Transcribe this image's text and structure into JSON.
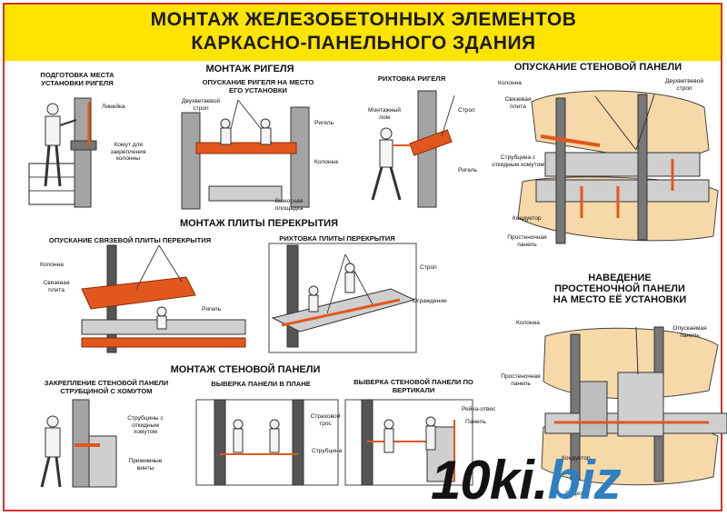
{
  "title": {
    "line1": "МОНТАЖ ЖЕЛЕЗОБЕТОННЫХ ЭЛЕМЕНТОВ",
    "line2": "КАРКАСНО-ПАНЕЛЬНОГО ЗДАНИЯ"
  },
  "sections": {
    "prep": "ПОДГОТОВКА МЕСТА УСТАНОВКИ РИГЕЛЯ",
    "rigel": "МОНТАЖ РИГЕЛЯ",
    "rigel_lower": "ОПУСКАНИЕ РИГЕЛЯ НА МЕСТО ЕГО УСТАНОВКИ",
    "rigel_align": "РИХТОВКА РИГЕЛЯ",
    "wall_lower": "ОПУСКАНИЕ СТЕНОВОЙ ПАНЕЛИ",
    "slab": "МОНТАЖ ПЛИТЫ ПЕРЕКРЫТИЯ",
    "slab_lower": "ОПУСКАНИЕ СВЯЗЕВОЙ ПЛИТЫ ПЕРЕКРЫТИЯ",
    "slab_align": "РИХТОВКА ПЛИТЫ ПЕРЕКРЫТИЯ",
    "guide": "НАВЕДЕНИЕ ПРОСТЕНОЧНОЙ ПАНЕЛИ НА МЕСТО ЕЁ УСТАНОВКИ",
    "wallpanel": "МОНТАЖ СТЕНОВОЙ ПАНЕЛИ",
    "fix": "ЗАКРЕПЛЕНИЕ СТЕНОВОЙ ПАНЕЛИ СТРУБЦИНОЙ С ХОМУТОМ",
    "plan": "ВЫВЕРКА ПАНЕЛИ В ПЛАНЕ",
    "vert": "ВЫВЕРКА СТЕНОВОЙ ПАНЕЛИ ПО ВЕРТИКАЛИ"
  },
  "labels": {
    "lineyka": "Линейка",
    "khomut": "Хомут для закрепления колонны",
    "dvukh1": "Двухветвевой строп",
    "rigel1": "Ригель",
    "kolonna1": "Колонна",
    "ploshchadka": "Выносная площадка",
    "lom": "Монтажный лом",
    "strop1": "Строп",
    "rigel2": "Ригель",
    "kolonna2": "Колонна",
    "dvukh2": "Двухветвевой строп",
    "svyaz_plita1": "Связевая плита",
    "strubtsiny1": "Струбцина с откидным хомутом",
    "konduktor1": "Кондуктор",
    "prosten1": "Простеночная панель",
    "kolonna3": "Колонна",
    "svyaz_plita2": "Связевая плита",
    "rigel3": "Ригель",
    "strop2": "Строп",
    "ograzhdenie": "Ограждение",
    "kolonna4": "Колонна",
    "opusk_panel": "Опускаемая панель",
    "prosten2": "Простеночная панель",
    "konduktor2": "Кондуктор",
    "podkosa": "Подкоса",
    "strubtsiny2": "Струбцины с откидным хомутом",
    "prizhim": "Прижимные винты",
    "strakh_tros": "Страховой трос",
    "strubtsina": "Струбцина",
    "reyka": "Рейка-отвес",
    "panel": "Панель"
  },
  "watermark": {
    "main": "10ki.",
    "tld": "biz"
  },
  "colors": {
    "accent_red": "#d8322a",
    "title_bg": "#ffe400",
    "orange": "#e2571c",
    "concrete": "#a4a4a4",
    "dark": "#2f2f2f",
    "watermark_blue": "#2f7fc1"
  }
}
